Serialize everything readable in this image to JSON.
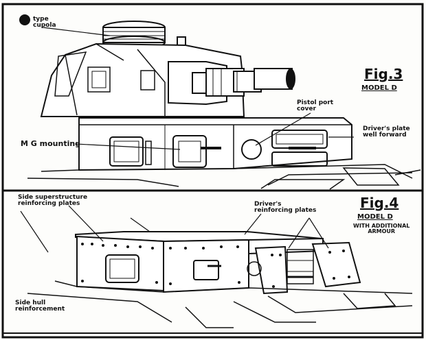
{
  "fig3": {
    "title": "Fig.3",
    "model": "MODEL D",
    "labels": {
      "cupola": "type\ncupola",
      "mg_mounting": "M G mounting",
      "pistol_port": "Pistol port\ncover",
      "drivers_plate": "Driver's plate\nwell forward"
    }
  },
  "fig4": {
    "title": "Fig.4",
    "model": "MODEL D",
    "note": "WITH ADDITIONAL\nARMOUR",
    "labels": {
      "side_superstructure": "Side superstructure\nreinforcing plates",
      "drivers_reinforcing": "Driver's\nreinforcing plates",
      "side_hull": "Side hull\nreinforcement"
    }
  },
  "colors": {
    "ink": "#111111",
    "paper": "#fdfdfb"
  }
}
